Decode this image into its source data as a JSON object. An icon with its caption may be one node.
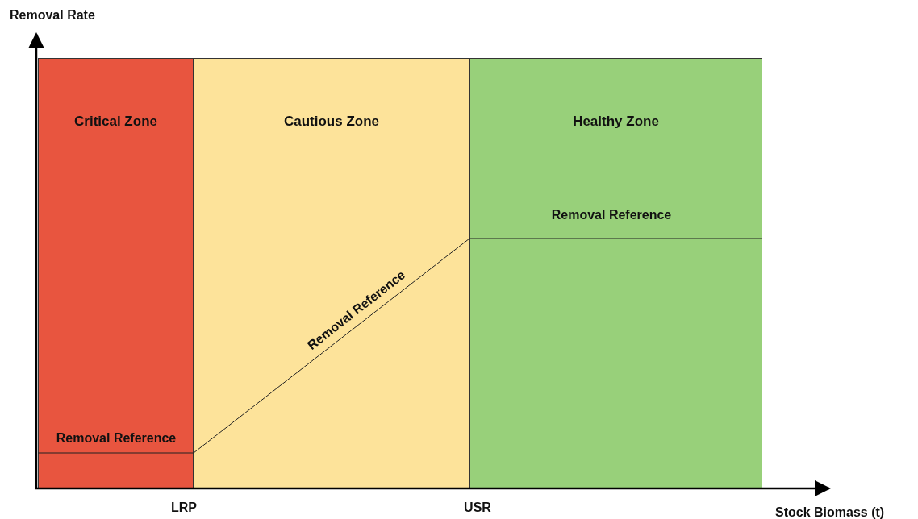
{
  "diagram": {
    "nodes": [
      {
        "text": [
          "Critical Zone"
        ]
      },
      {
        "text": [
          "Cautious Zone"
        ]
      },
      {
        "text": [
          "Healthy Zone"
        ]
      }
    ],
    "labels": [
      "Removal Rate",
      "Removal Reference",
      "Removal Reference",
      "Removal Reference",
      "LRP",
      "USR",
      "Stock Biomass (t)"
    ]
  }
}
